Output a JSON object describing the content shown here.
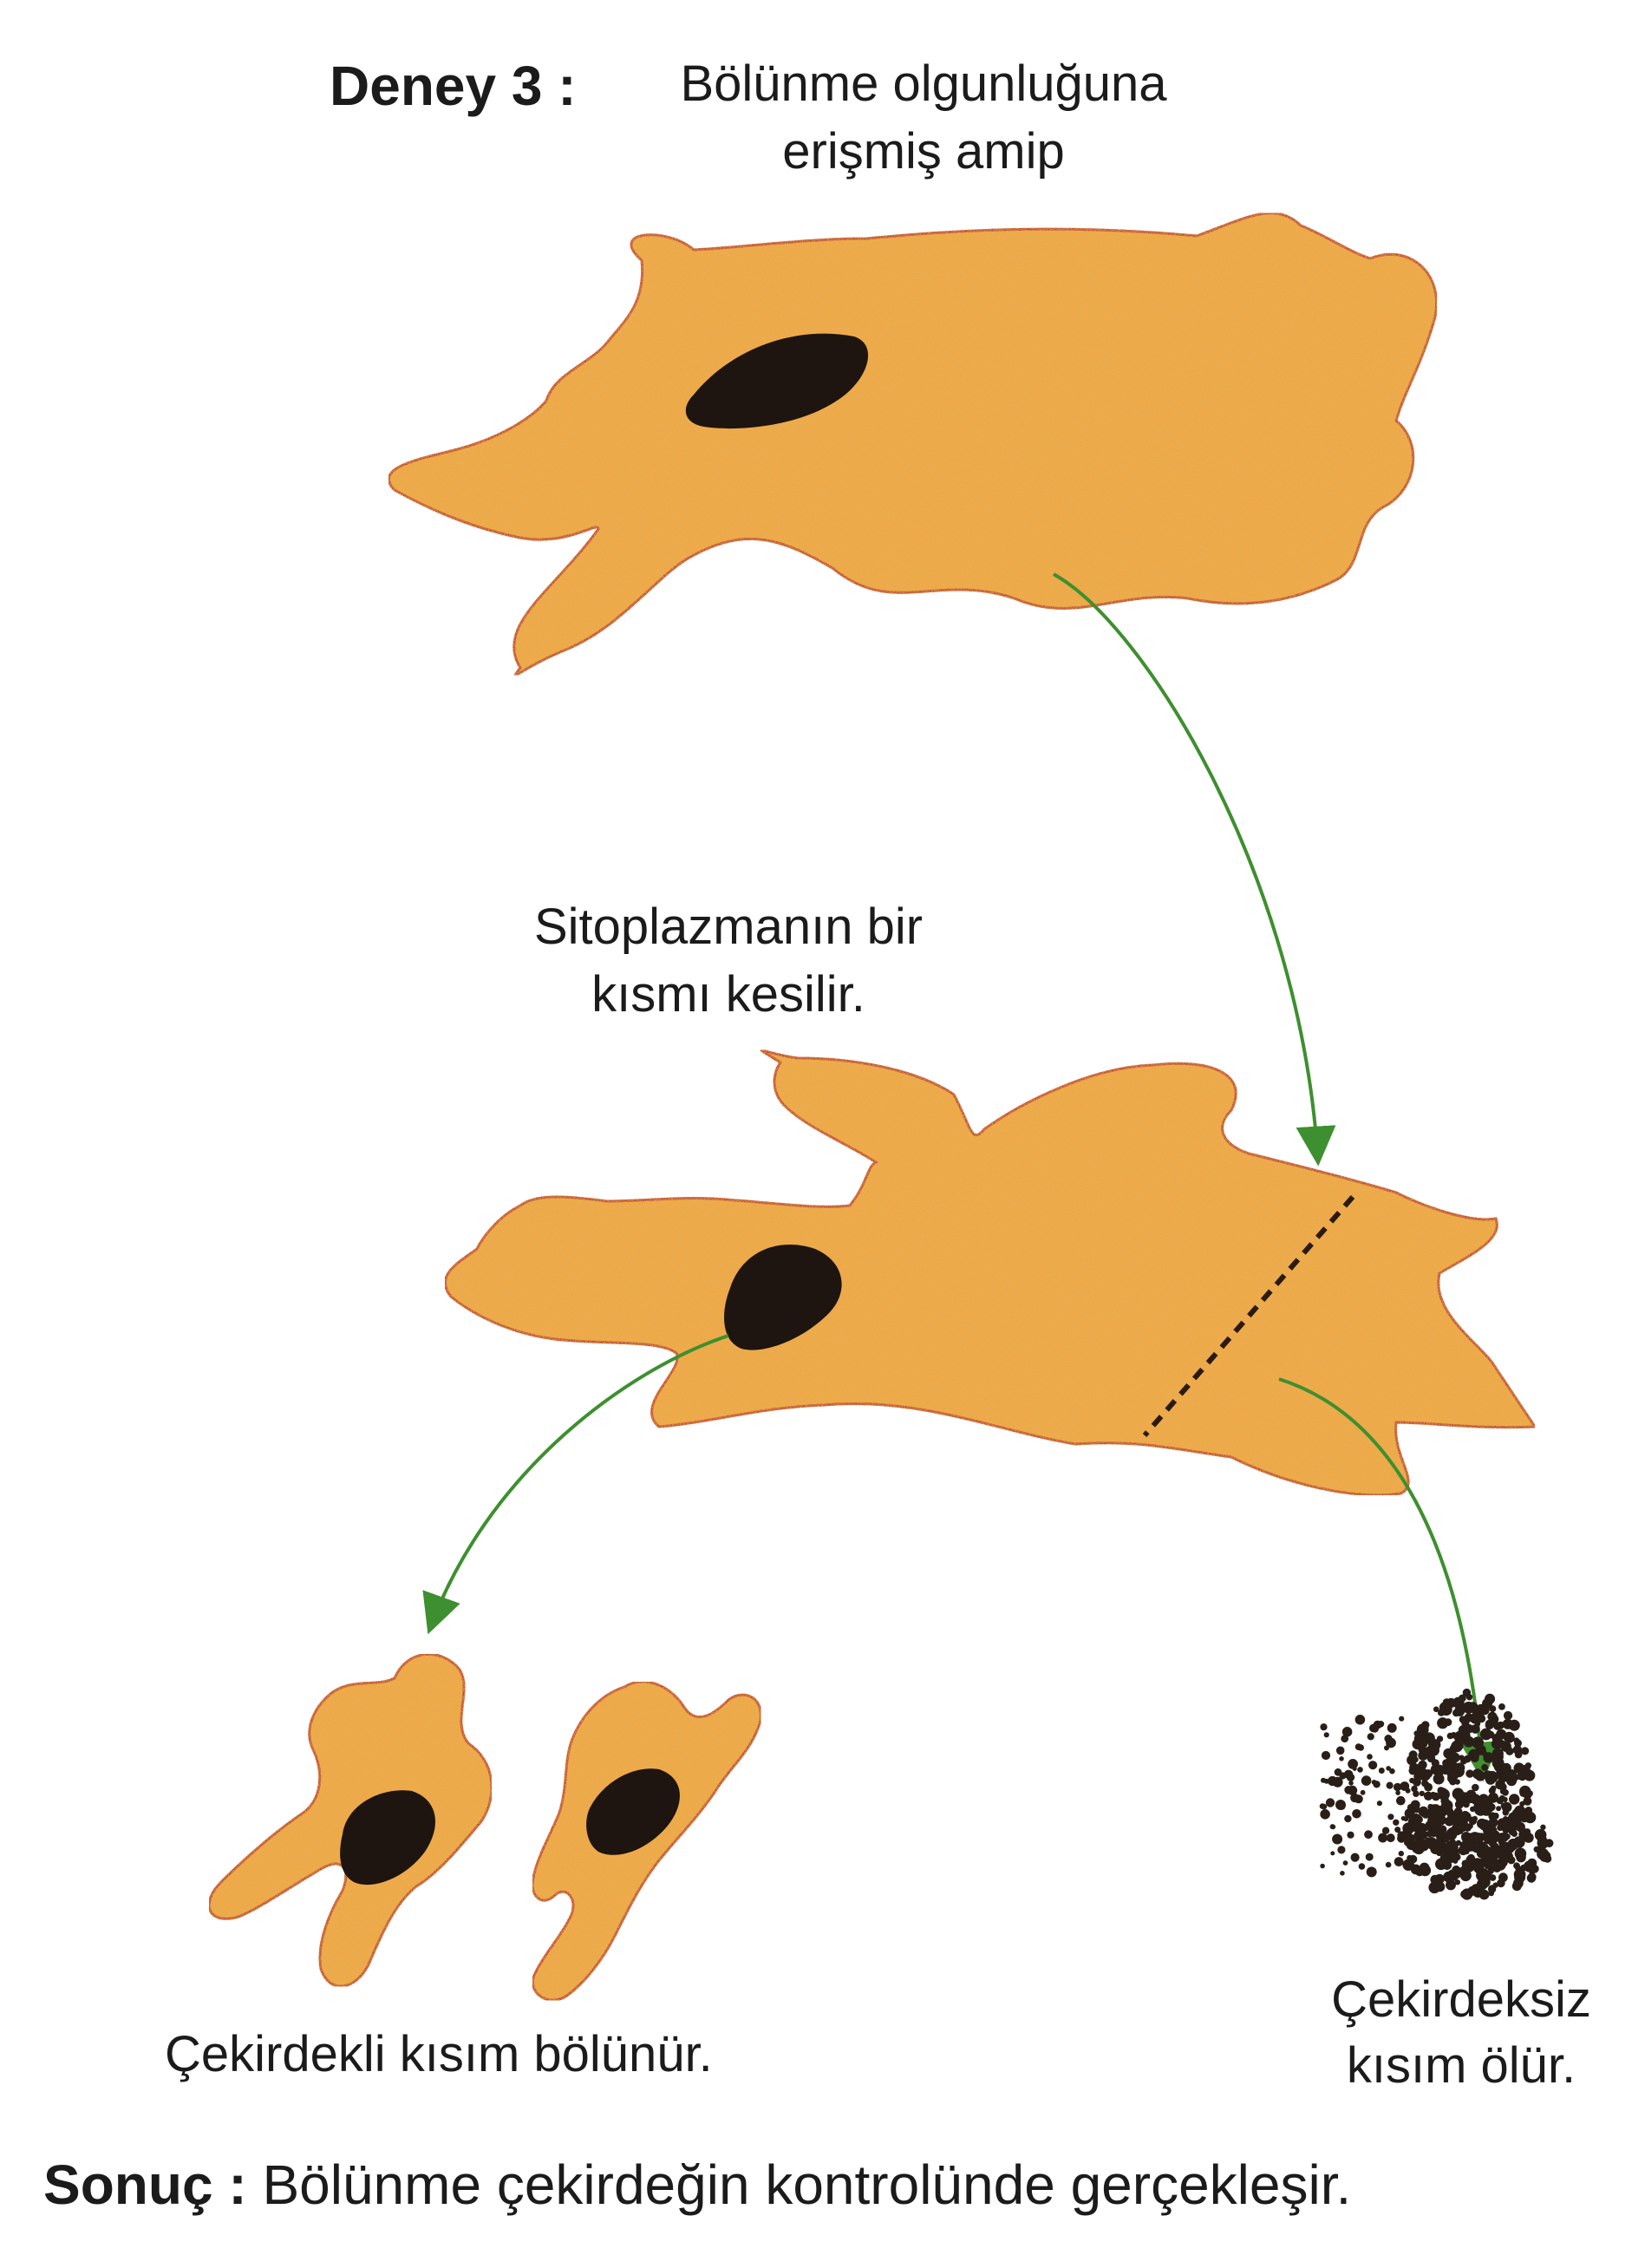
{
  "title": {
    "label": "Deney 3 :",
    "text": "Bölünme olgunluğuna erişmiş amip"
  },
  "step": {
    "text": "Sitoplazmanın bir kısmı kesilir."
  },
  "results": {
    "left": "Çekirdekli kısım bölünür.",
    "right": "Çekirdeksiz kısım ölür."
  },
  "conclusion": {
    "label": "Sonuç :",
    "text": "Bölünme çekirdeğin kontrolünde gerçekleşir."
  },
  "colors": {
    "cell_fill": "#F0A63F",
    "cell_outline": "#C0352A",
    "nucleus": "#1E1410",
    "arrow": "#3E8F2F",
    "dead_cell": "#2A1F18",
    "cut_line": "#2A1A10"
  }
}
